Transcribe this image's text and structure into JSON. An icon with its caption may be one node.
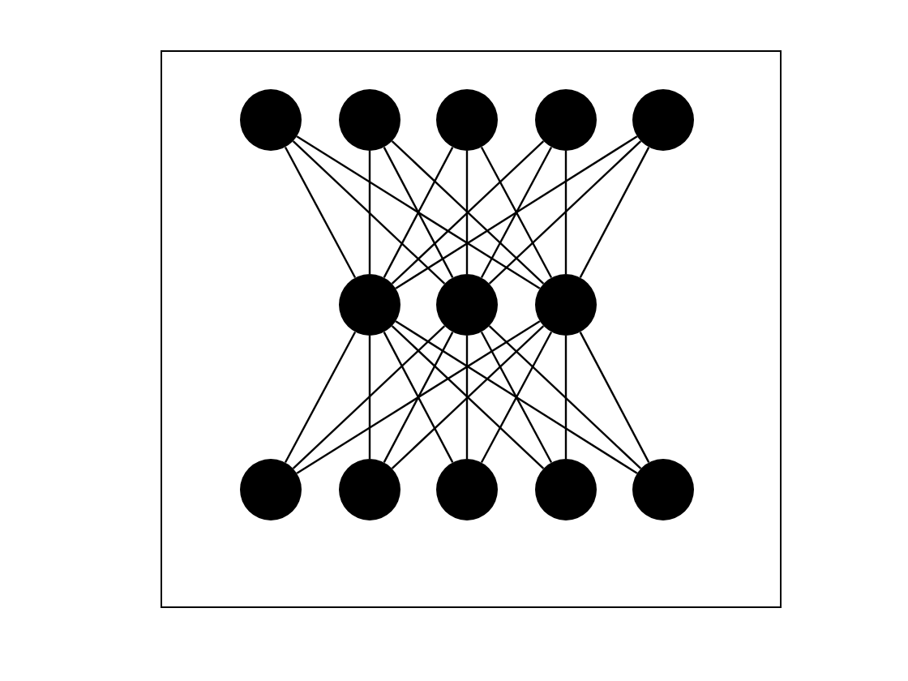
{
  "diagram": {
    "nodes": [
      {
        "text": [],
        "shape": "circle"
      },
      {
        "text": [],
        "shape": "circle"
      },
      {
        "text": [],
        "shape": "circle"
      },
      {
        "text": [],
        "shape": "circle"
      },
      {
        "text": [],
        "shape": "circle"
      },
      {
        "text": [],
        "shape": "circle"
      },
      {
        "text": [],
        "shape": "circle"
      },
      {
        "text": [],
        "shape": "circle"
      },
      {
        "text": [],
        "shape": "circle"
      },
      {
        "text": [],
        "shape": "circle"
      },
      {
        "text": [],
        "shape": "circle"
      },
      {
        "text": [],
        "shape": "circle"
      },
      {
        "text": [],
        "shape": "circle"
      }
    ],
    "edges": [
      {
        "from": 0,
        "to": 5,
        "arrow": "none"
      },
      {
        "from": 0,
        "to": 6,
        "arrow": "none"
      },
      {
        "from": 0,
        "to": 7,
        "arrow": "none"
      },
      {
        "from": 1,
        "to": 5,
        "arrow": "none"
      },
      {
        "from": 1,
        "to": 6,
        "arrow": "none"
      },
      {
        "from": 1,
        "to": 7,
        "arrow": "none"
      },
      {
        "from": 2,
        "to": 5,
        "arrow": "none"
      },
      {
        "from": 2,
        "to": 6,
        "arrow": "none"
      },
      {
        "from": 2,
        "to": 7,
        "arrow": "none"
      },
      {
        "from": 3,
        "to": 5,
        "arrow": "none"
      },
      {
        "from": 3,
        "to": 6,
        "arrow": "none"
      },
      {
        "from": 3,
        "to": 7,
        "arrow": "none"
      },
      {
        "from": 4,
        "to": 5,
        "arrow": "none"
      },
      {
        "from": 4,
        "to": 6,
        "arrow": "none"
      },
      {
        "from": 4,
        "to": 7,
        "arrow": "none"
      },
      {
        "from": 5,
        "to": 8,
        "arrow": "none"
      },
      {
        "from": 5,
        "to": 9,
        "arrow": "none"
      },
      {
        "from": 5,
        "to": 10,
        "arrow": "none"
      },
      {
        "from": 5,
        "to": 11,
        "arrow": "none"
      },
      {
        "from": 5,
        "to": 12,
        "arrow": "none"
      },
      {
        "from": 6,
        "to": 8,
        "arrow": "none"
      },
      {
        "from": 6,
        "to": 9,
        "arrow": "none"
      },
      {
        "from": 6,
        "to": 10,
        "arrow": "none"
      },
      {
        "from": 6,
        "to": 11,
        "arrow": "none"
      },
      {
        "from": 6,
        "to": 12,
        "arrow": "none"
      },
      {
        "from": 7,
        "to": 8,
        "arrow": "none"
      },
      {
        "from": 7,
        "to": 9,
        "arrow": "none"
      },
      {
        "from": 7,
        "to": 10,
        "arrow": "none"
      },
      {
        "from": 7,
        "to": 11,
        "arrow": "none"
      },
      {
        "from": 7,
        "to": 12,
        "arrow": "none"
      }
    ]
  }
}
